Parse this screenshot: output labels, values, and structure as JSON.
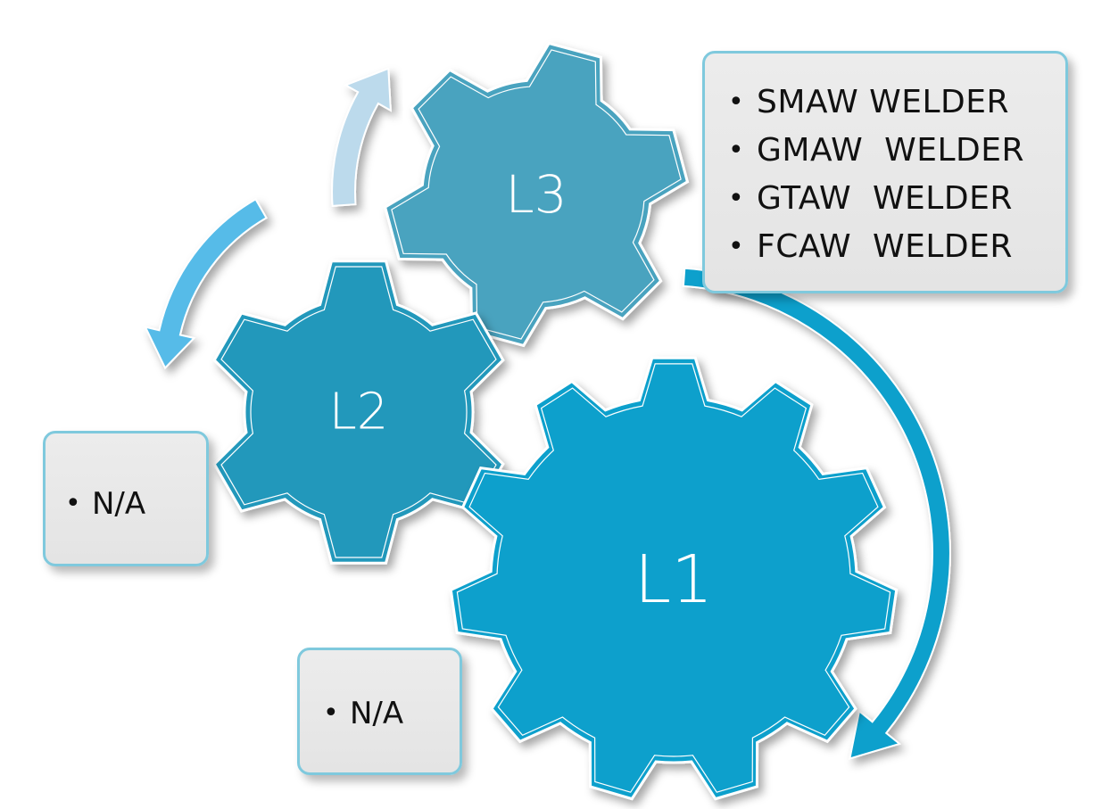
{
  "gears": [
    {
      "id": "l1",
      "label": "L1",
      "fill": "#0aa0cc"
    },
    {
      "id": "l2",
      "label": "L2",
      "fill": "#2298bb"
    },
    {
      "id": "l3",
      "label": "L3",
      "fill": "#4aa3bf"
    }
  ],
  "arrows": [
    {
      "id": "arrow-l3",
      "fill": "#bcdaec"
    },
    {
      "id": "arrow-l2",
      "fill": "#56bbe8"
    },
    {
      "id": "arrow-l1",
      "fill": "#0aa0cc"
    }
  ],
  "boxes": {
    "l3": {
      "items": [
        "SMAW WELDER",
        "GMAW  WELDER",
        "GTAW  WELDER",
        "FCAW  WELDER"
      ]
    },
    "l2": {
      "items": [
        "N/A"
      ]
    },
    "l1": {
      "items": [
        "N/A"
      ]
    }
  },
  "colors": {
    "box_border": "#7fc9dd",
    "box_fill": "#e8e8e8",
    "gear_outline": "#ffffff"
  }
}
